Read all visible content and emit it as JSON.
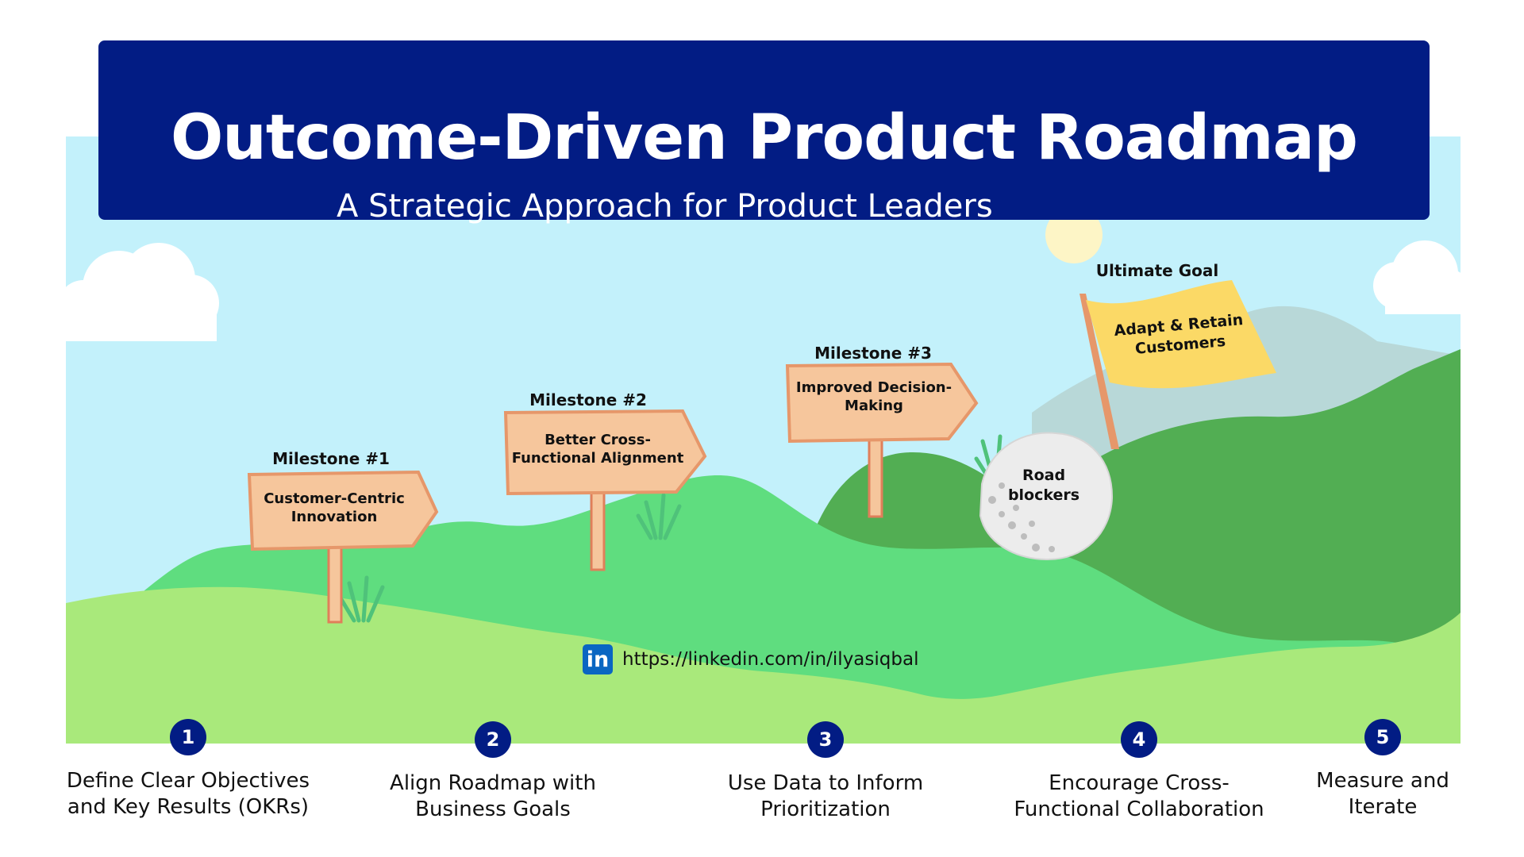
{
  "header": {
    "title": "Outcome-Driven Product Roadmap",
    "subtitle": "A Strategic Approach for Product Leaders"
  },
  "milestones": [
    {
      "label": "Milestone #1",
      "sign_text": "Customer-Centric Innovation"
    },
    {
      "label": "Milestone #2",
      "sign_text": "Better Cross-Functional Alignment"
    },
    {
      "label": "Milestone #3",
      "sign_text": "Improved Decision-Making"
    }
  ],
  "obstacle": {
    "text": "Road blockers"
  },
  "goal": {
    "label": "Ultimate Goal",
    "flag_text": "Adapt & Retain Customers"
  },
  "link": {
    "icon": "linkedin-icon",
    "icon_glyph": "in",
    "url": "https://linkedin.com/in/ilyasiqbal"
  },
  "steps": [
    {
      "number": "1",
      "text": "Define Clear Objectives and Key Results (OKRs)"
    },
    {
      "number": "2",
      "text": "Align Roadmap with Business Goals"
    },
    {
      "number": "3",
      "text": "Use Data to Inform Prioritization"
    },
    {
      "number": "4",
      "text": "Encourage Cross-Functional Collaboration"
    },
    {
      "number": "5",
      "text": "Measure and Iterate"
    }
  ],
  "colors": {
    "banner": "#021c84",
    "sky": "#c3f1fb",
    "hill_dark": "#52ae53",
    "hill_mid": "#5fdd7f",
    "hill_light": "#a9e97b",
    "sign": "#f6c69c",
    "flag": "#fbd966",
    "step_badge": "#021c84"
  }
}
